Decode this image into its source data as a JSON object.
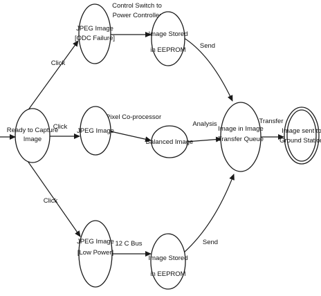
{
  "diagram": {
    "nodes": {
      "ready": [
        "Ready to Capture",
        "Image"
      ],
      "jpeg_odc": [
        "JPEG Image",
        "[ODC Failure]"
      ],
      "jpeg_mid": [
        "JPEG Image"
      ],
      "jpeg_low": [
        "JPEG Image",
        "[Low Power]"
      ],
      "stored_top": [
        "Image Stored",
        "in EEPROM"
      ],
      "balanced": [
        "Balanced Image"
      ],
      "stored_bottom": [
        "Image Stored",
        "in EEPROM"
      ],
      "queue": [
        "Image in Image",
        "Transfer Queue"
      ],
      "sent": [
        "Image sent to",
        "Ground Station"
      ]
    },
    "edges": {
      "click_top": "Click",
      "click_mid": "Click",
      "click_bottom": "Click",
      "control_switch": [
        "Control Switch to",
        "Power Controller"
      ],
      "pixel_coprocessor": "Pixel Co-processor",
      "i2c_bus": "12 C Bus",
      "send_top": "Send",
      "analysis": "Analysis",
      "send_bottom": "Send",
      "transfer": "Transfer"
    }
  }
}
